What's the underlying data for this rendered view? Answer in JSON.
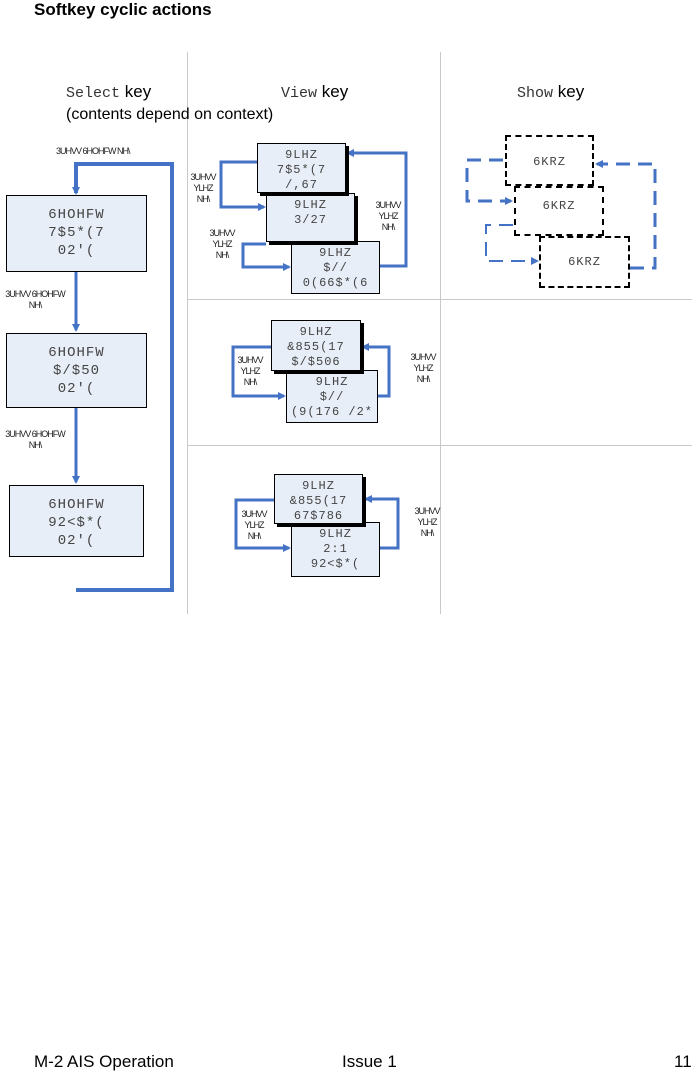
{
  "heading": "Softkey cyclic actions",
  "columns": {
    "select": {
      "code": "Select",
      "word": "key"
    },
    "view": {
      "code": "View",
      "word": "key"
    },
    "show": {
      "code": "Show",
      "word": "key"
    }
  },
  "note": "(contents depend on context)",
  "select_boxes": [
    {
      "l1": "6HOHFW",
      "l2": "7$5*(7",
      "l3": "02'("
    },
    {
      "l1": "6HOHFW",
      "l2": "$/$50",
      "l3": "02'("
    },
    {
      "l1": "6HOHFW",
      "l2": "92<$*(",
      "l3": "02'("
    }
  ],
  "select_labels": {
    "top": "3UHVV 6HOHFW NH\\",
    "mid1_a": "3UHVV 6HOHFW",
    "mid1_b": "NH\\",
    "mid2_a": "3UHVV 6HOHFW",
    "mid2_b": "NH\\"
  },
  "view_group1": [
    {
      "l1": "9LHZ",
      "l2": "7$5*(7",
      "l3": "/,67"
    },
    {
      "l1": "9LHZ",
      "l2": "3/27",
      "l3": ""
    },
    {
      "l1": "9LHZ",
      "l2": "$//",
      "l3": "0(66$*(6"
    }
  ],
  "view_group2": [
    {
      "l1": "9LHZ",
      "l2": "&855(17",
      "l3": "$/$506"
    },
    {
      "l1": "9LHZ",
      "l2": "$//",
      "l3": "(9(176 /2*"
    }
  ],
  "view_group3": [
    {
      "l1": "9LHZ",
      "l2": "&855(17",
      "l3": "67$786"
    },
    {
      "l1": "9LHZ",
      "l2": "2:1",
      "l3": "92<$*("
    }
  ],
  "view_label": {
    "l1": "3UHVV",
    "l2": "YLHZ",
    "l3": "NH\\"
  },
  "show_boxes": [
    "6KRZ",
    "6KRZ",
    "6KRZ"
  ],
  "footer": {
    "left": "M-2 AIS Operation",
    "center": "Issue 1",
    "right": "11"
  }
}
